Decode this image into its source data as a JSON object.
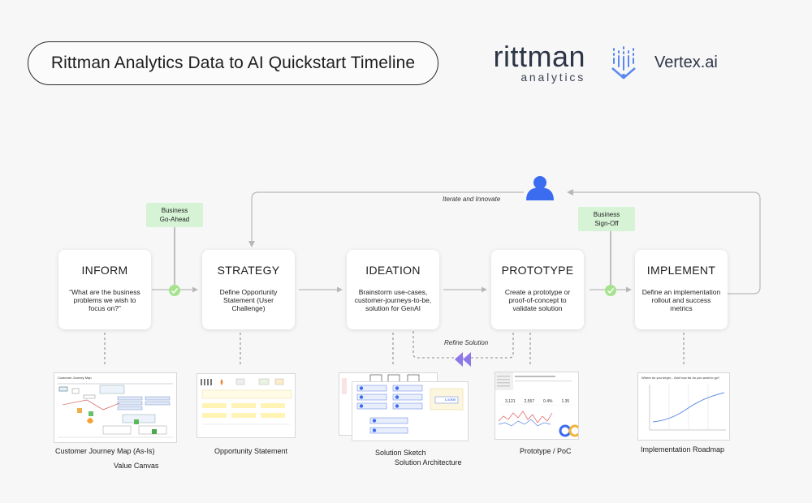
{
  "title": "Rittman Analytics Data to AI Quickstart Timeline",
  "logos": {
    "rittman_big": "rittman",
    "rittman_small": "analytics",
    "vertex": "Vertex.ai"
  },
  "stages": [
    {
      "name": "INFORM",
      "desc": "“What are the business problems we wish to focus on?”"
    },
    {
      "name": "STRATEGY",
      "desc": "Define Opportunity Statement (User Challenge)"
    },
    {
      "name": "IDEATION",
      "desc": "Brainstorm use-cases, customer-journeys-to-be, solution for GenAI"
    },
    {
      "name": "PROTOTYPE",
      "desc": "Create a prototype or proof-of-concept to validate solution"
    },
    {
      "name": "IMPLEMENT",
      "desc": "Define an implementation rollout and success metrics"
    }
  ],
  "gates": [
    {
      "line1": "Business",
      "line2": "Go-Ahead"
    },
    {
      "line1": "Business",
      "line2": "Sign-Off"
    }
  ],
  "loop_labels": {
    "iterate": "Iterate and Innovate",
    "refine": "Refine Solution"
  },
  "captions": {
    "inform_1": "Customer Journey Map (As-Is)",
    "inform_2": "Value Canvas",
    "strategy": "Opportunity Statement",
    "ideation_1": "Solution Sketch",
    "ideation_2": "Solution Architecture",
    "prototype": "Prototype / PoC",
    "implement": "Implementation Roadmap"
  },
  "thumb_text": {
    "cjm_title": "Customer Journey Map",
    "roadmap_title": "Where do you begin... And how far do you want to go?",
    "looker": "Looker",
    "kpis": [
      "3,121",
      "2,557",
      "0.4%",
      "1.35"
    ]
  },
  "colors": {
    "accent_blue": "#3b6cf0",
    "gate_green": "#d6f3d6",
    "check_green": "#a6e38f",
    "refine_purple": "#8e78e8",
    "arrow_gray": "#b5b5b5"
  }
}
